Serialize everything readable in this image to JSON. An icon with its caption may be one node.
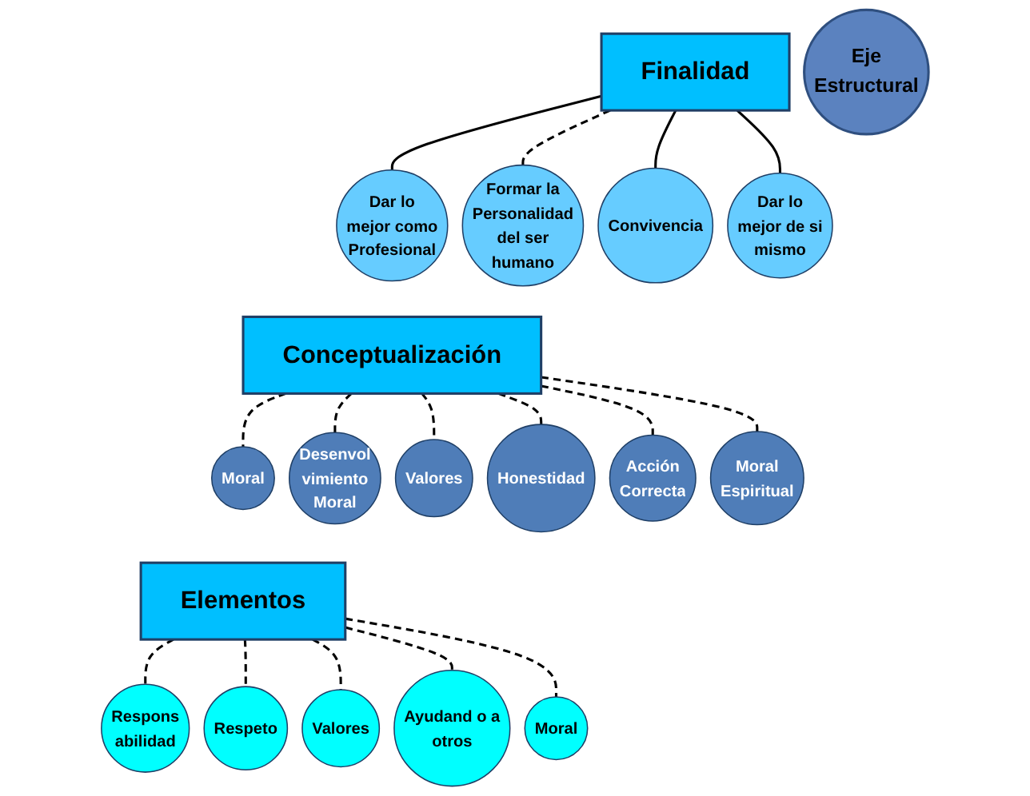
{
  "diagram": {
    "nodes": [
      {
        "text": [
          "Finalidad"
        ]
      },
      {
        "text": [
          "Conceptualización"
        ]
      },
      {
        "text": [
          "Elementos"
        ]
      },
      {
        "text": [
          "Eje Estructural"
        ]
      },
      {
        "text": [
          "Dar lo mejor como Profesional"
        ]
      },
      {
        "text": [
          "Formar la Personalidad del ser humano"
        ]
      },
      {
        "text": [
          "Convivencia"
        ]
      },
      {
        "text": [
          "Dar lo mejor de si mismo"
        ]
      },
      {
        "text": [
          "Moral"
        ]
      },
      {
        "text": [
          "Desenvol vimiento Moral"
        ]
      },
      {
        "text": [
          "Valores"
        ]
      },
      {
        "text": [
          "Honestidad"
        ]
      },
      {
        "text": [
          "Acción Correcta"
        ]
      },
      {
        "text": [
          "Moral Espiritual"
        ]
      },
      {
        "text": [
          "Respons abilidad"
        ]
      },
      {
        "text": [
          "Respeto"
        ]
      },
      {
        "text": [
          "Valores"
        ]
      },
      {
        "text": [
          "Ayudand o a otros"
        ]
      },
      {
        "text": [
          "Moral"
        ]
      }
    ],
    "edges": [
      {
        "from": 0,
        "to": 4,
        "arrow": "none"
      },
      {
        "from": 0,
        "to": 5,
        "arrow": "none",
        "style": "dashed"
      },
      {
        "from": 0,
        "to": 6,
        "arrow": "none"
      },
      {
        "from": 0,
        "to": 7,
        "arrow": "none"
      },
      {
        "from": 1,
        "to": 8,
        "arrow": "none",
        "style": "dashed"
      },
      {
        "from": 1,
        "to": 9,
        "arrow": "none",
        "style": "dashed"
      },
      {
        "from": 1,
        "to": 10,
        "arrow": "none",
        "style": "dashed"
      },
      {
        "from": 1,
        "to": 11,
        "arrow": "none",
        "style": "dashed"
      },
      {
        "from": 1,
        "to": 12,
        "arrow": "none",
        "style": "dashed"
      },
      {
        "from": 1,
        "to": 13,
        "arrow": "none",
        "style": "dashed"
      },
      {
        "from": 2,
        "to": 14,
        "arrow": "none",
        "style": "dashed"
      },
      {
        "from": 2,
        "to": 15,
        "arrow": "none",
        "style": "dashed"
      },
      {
        "from": 2,
        "to": 16,
        "arrow": "none",
        "style": "dashed"
      },
      {
        "from": 2,
        "to": 17,
        "arrow": "none",
        "style": "dashed"
      },
      {
        "from": 2,
        "to": 18,
        "arrow": "none",
        "style": "dashed"
      }
    ]
  }
}
